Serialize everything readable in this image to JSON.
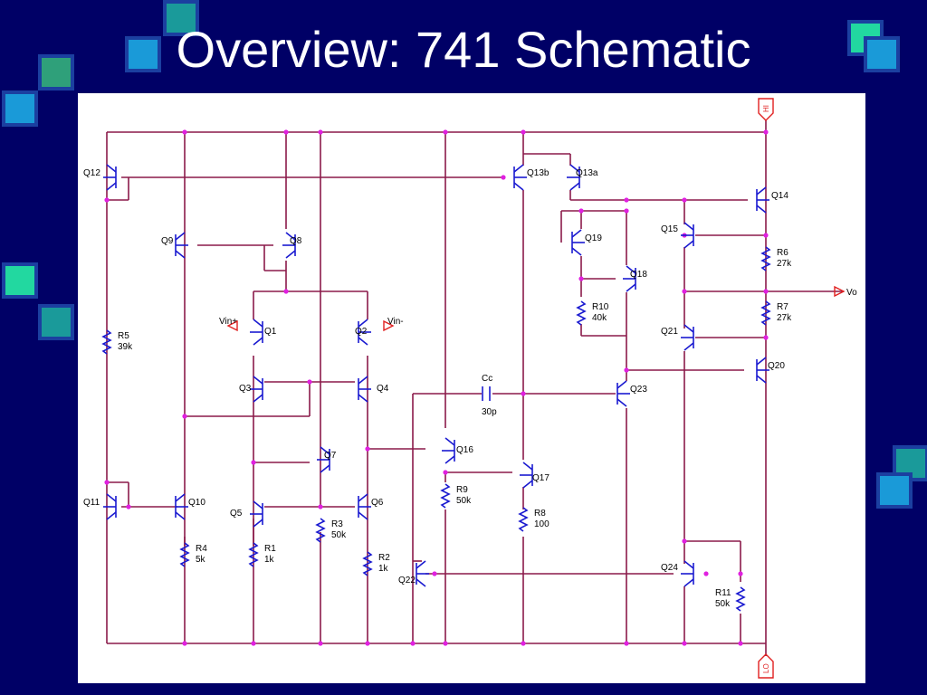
{
  "title": "Overview: 741 Schematic",
  "colors": {
    "background": "#000066",
    "wire": "#8b1a4a",
    "component": "#1a1ad0",
    "node": "#e020e0",
    "port": "#e02020"
  },
  "icons": [
    "decorative-square-icon",
    "npn-transistor-icon",
    "pnp-transistor-icon",
    "resistor-icon",
    "capacitor-icon",
    "port-icon"
  ],
  "schematic": {
    "ports": {
      "hi": "HI",
      "lo": "LO",
      "vo": "Vo",
      "vin_plus": "Vin+",
      "vin_minus": "Vin-"
    },
    "transistors": [
      "Q12",
      "Q13b",
      "Q13a",
      "Q14",
      "Q15",
      "Q19",
      "Q18",
      "Q9",
      "Q8",
      "Q1",
      "Q2",
      "Q3",
      "Q4",
      "Q21",
      "Q20",
      "Q23",
      "Q7",
      "Q16",
      "Q17",
      "Q11",
      "Q10",
      "Q5",
      "Q6",
      "Q22",
      "Q24"
    ],
    "resistors": [
      {
        "name": "R5",
        "value": "39k"
      },
      {
        "name": "R6",
        "value": "27k"
      },
      {
        "name": "R10",
        "value": "40k"
      },
      {
        "name": "R7",
        "value": "27k"
      },
      {
        "name": "R9",
        "value": "50k"
      },
      {
        "name": "R8",
        "value": "100"
      },
      {
        "name": "R4",
        "value": "5k"
      },
      {
        "name": "R1",
        "value": "1k"
      },
      {
        "name": "R3",
        "value": "50k"
      },
      {
        "name": "R2",
        "value": "1k"
      },
      {
        "name": "R11",
        "value": "50k"
      }
    ],
    "capacitor": {
      "name": "Cc",
      "value": "30p"
    }
  }
}
